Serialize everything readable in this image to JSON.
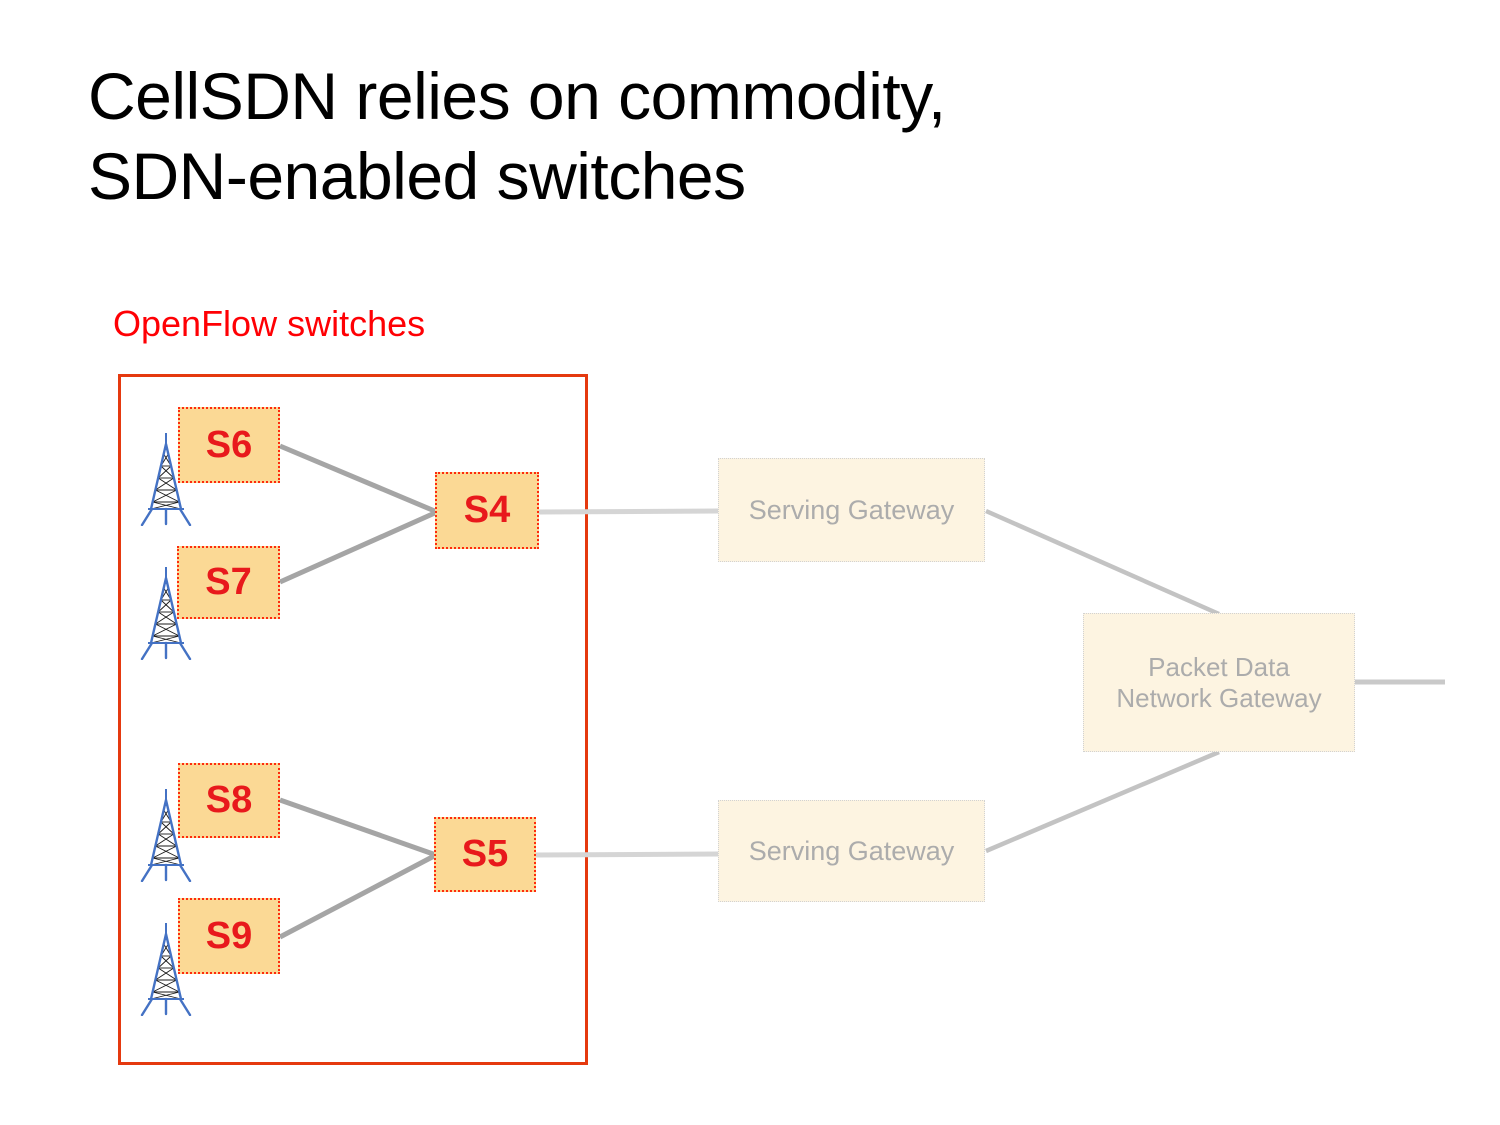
{
  "slide": {
    "title_line1": "CellSDN relies on commodity,",
    "title_line2": "SDN-enabled switches",
    "region_label": "OpenFlow switches"
  },
  "switches": {
    "s6": "S6",
    "s7": "S7",
    "s8": "S8",
    "s9": "S9",
    "s4": "S4",
    "s5": "S5"
  },
  "gateways": {
    "serving_top": "Serving Gateway",
    "serving_bottom": "Serving Gateway",
    "pdn_line1": "Packet Data",
    "pdn_line2": "Network Gateway"
  },
  "icons": {
    "cell_tower": "cell-tower-icon",
    "cell_tower_count": 4
  },
  "colors": {
    "title_text": "#000000",
    "region_label_red": "#ff0004",
    "region_border_red": "#e5390f",
    "switch_fill": "#fbd995",
    "switch_border": "#fe2b0d",
    "switch_label_red": "#e8191c",
    "gateway_fill": "#fdf4e1",
    "gateway_border": "#d2d2d2",
    "gateway_text": "#acacac",
    "link_dark_gray": "#a5a5a5",
    "link_light_gray": "#d5d5d5",
    "link_mid_gray": "#c3c3c3",
    "tower_blue": "#4472c4"
  }
}
